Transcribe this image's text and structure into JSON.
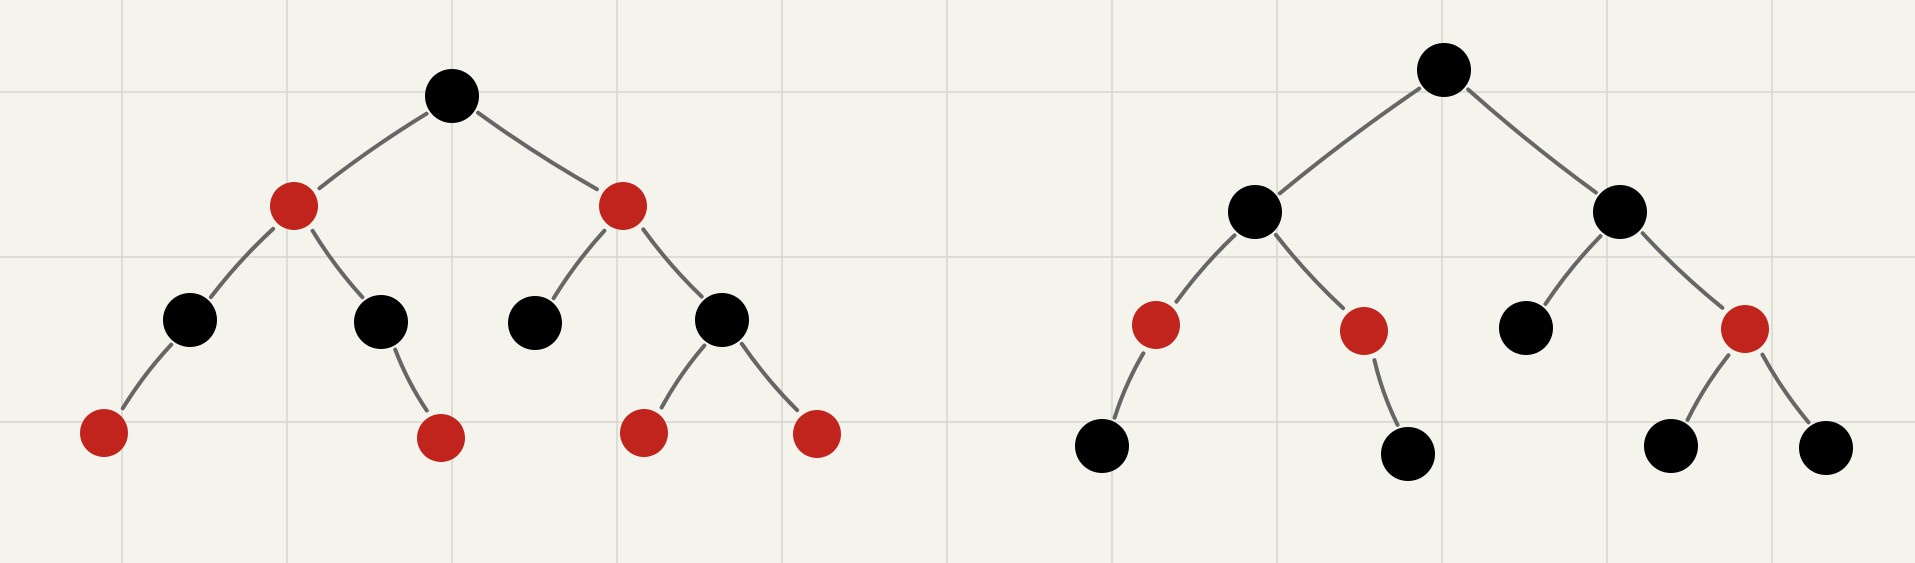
{
  "colors": {
    "background": "#f4f3ec",
    "grid": "#d6d5cf",
    "edge": "#666666",
    "black_node": "#000000",
    "red_node": "#c1241d"
  },
  "trees": [
    {
      "name": "left-tree",
      "nodes": [
        {
          "id": "A",
          "color": "black"
        },
        {
          "id": "B",
          "color": "red",
          "parent": "A"
        },
        {
          "id": "C",
          "color": "red",
          "parent": "A"
        },
        {
          "id": "D",
          "color": "black",
          "parent": "B"
        },
        {
          "id": "E",
          "color": "black",
          "parent": "B"
        },
        {
          "id": "F",
          "color": "black",
          "parent": "C"
        },
        {
          "id": "G",
          "color": "black",
          "parent": "C"
        },
        {
          "id": "H",
          "color": "red",
          "parent": "D"
        },
        {
          "id": "I",
          "color": "red",
          "parent": "E"
        },
        {
          "id": "J",
          "color": "red",
          "parent": "G"
        },
        {
          "id": "K",
          "color": "red",
          "parent": "G"
        }
      ]
    },
    {
      "name": "right-tree",
      "nodes": [
        {
          "id": "A",
          "color": "black"
        },
        {
          "id": "B",
          "color": "black",
          "parent": "A"
        },
        {
          "id": "C",
          "color": "black",
          "parent": "A"
        },
        {
          "id": "D",
          "color": "red",
          "parent": "B"
        },
        {
          "id": "E",
          "color": "red",
          "parent": "B"
        },
        {
          "id": "F",
          "color": "black",
          "parent": "C"
        },
        {
          "id": "G",
          "color": "red",
          "parent": "C"
        },
        {
          "id": "H",
          "color": "black",
          "parent": "D"
        },
        {
          "id": "I",
          "color": "black",
          "parent": "E"
        },
        {
          "id": "J",
          "color": "black",
          "parent": "G"
        },
        {
          "id": "K",
          "color": "black",
          "parent": "G"
        }
      ]
    }
  ]
}
